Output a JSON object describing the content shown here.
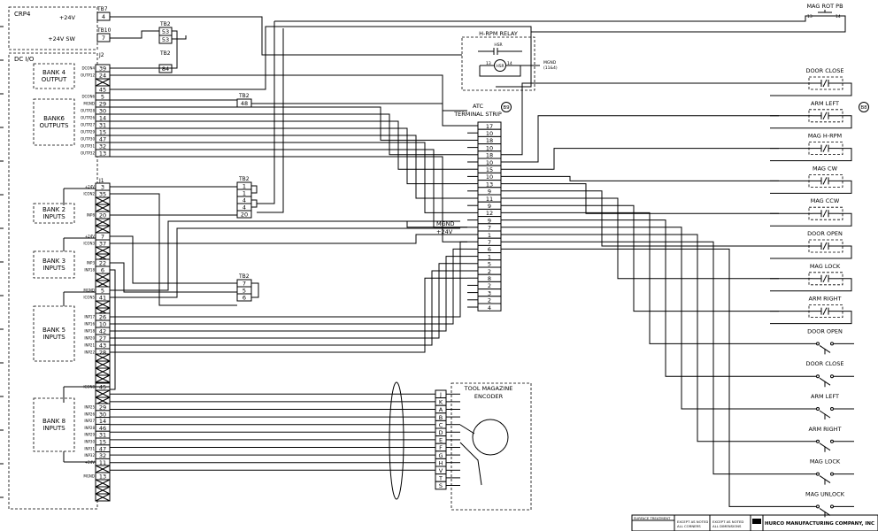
{
  "crp4": {
    "title": "CRP4",
    "rows": [
      {
        "label": "+24V",
        "block": "TB7",
        "pin": "4"
      },
      {
        "label": "+24V SW",
        "block": "TB10",
        "pin": "7"
      }
    ]
  },
  "tb2_crp": {
    "label": "TB2",
    "pins": [
      "53",
      "53"
    ]
  },
  "tb2_84": {
    "label": "TB2",
    "pin": "84"
  },
  "dcio": {
    "title": "DC I/O",
    "j2_label": "J2",
    "j1_label": "J1"
  },
  "bank4": {
    "title": "BANK 4",
    "subtitle": "OUTPUT",
    "rows": [
      {
        "label": "DCON4",
        "pin": "39"
      },
      {
        "label": "OUTP12",
        "pin": "24"
      },
      {
        "label": "",
        "pin": "45"
      }
    ]
  },
  "bank6_out": {
    "title": "BANK6",
    "subtitle": "OUTPUTS",
    "rows": [
      {
        "label": "DCON6",
        "pin": "5"
      },
      {
        "label": "MGND",
        "pin": "29"
      },
      {
        "label": "OUTP28",
        "pin": "30"
      },
      {
        "label": "OUTP26",
        "pin": "14"
      },
      {
        "label": "OUTP27",
        "pin": "31"
      },
      {
        "label": "OUTP29",
        "pin": "15"
      },
      {
        "label": "OUTP30",
        "pin": "47"
      },
      {
        "label": "OUTP31",
        "pin": "32"
      },
      {
        "label": "OUTP32",
        "pin": "13"
      }
    ]
  },
  "tb2_48": {
    "label": "TB2",
    "pin": "48"
  },
  "bank2": {
    "title": "BANK 2",
    "subtitle": "INPUTS",
    "rows": [
      {
        "label": "+24V",
        "pin": "3"
      },
      {
        "label": "ICON2",
        "pin": "35"
      },
      {
        "label": "INP8",
        "pin": "20"
      }
    ]
  },
  "tb2_a": {
    "label": "TB2",
    "pins": [
      "1",
      "1",
      "4",
      "4",
      "20"
    ]
  },
  "bank3": {
    "title": "BANK 3",
    "subtitle": "INPUTS",
    "rows": [
      {
        "label": "+24V",
        "pin": "7"
      },
      {
        "label": "ICON3",
        "pin": "37"
      },
      {
        "label": "INP3",
        "pin": "22"
      },
      {
        "label": "INP18",
        "pin": "6"
      }
    ]
  },
  "tb2_b": {
    "label": "TB2",
    "pins": [
      "7",
      "5",
      "6"
    ]
  },
  "bank5": {
    "title": "BANK 5",
    "subtitle": "INPUTS",
    "rows": [
      {
        "label": "MGND",
        "pin": "5"
      },
      {
        "label": "ICON5",
        "pin": "41"
      },
      {
        "label": "INP17",
        "pin": "26"
      },
      {
        "label": "INP16",
        "pin": "10"
      },
      {
        "label": "INP18",
        "pin": "42"
      },
      {
        "label": "INP20",
        "pin": "27"
      },
      {
        "label": "INP21",
        "pin": "43"
      },
      {
        "label": "INP22",
        "pin": "28"
      }
    ]
  },
  "bank8": {
    "title": "BANK 8",
    "subtitle": "INPUTS",
    "rows": [
      {
        "label": "ICON8",
        "pin": "45"
      },
      {
        "label": "INP25",
        "pin": "29"
      },
      {
        "label": "INP26",
        "pin": "30"
      },
      {
        "label": "INP27",
        "pin": "14"
      },
      {
        "label": "INP28",
        "pin": "46"
      },
      {
        "label": "INP29",
        "pin": "31"
      },
      {
        "label": "INP30",
        "pin": "15"
      },
      {
        "label": "INP31",
        "pin": "47"
      },
      {
        "label": "INP32",
        "pin": "32"
      },
      {
        "label": "+24V",
        "pin": "11"
      },
      {
        "label": "",
        "pin": ""
      },
      {
        "label": "MGND",
        "pin": "13"
      }
    ]
  },
  "hrpm_relay": {
    "title": "H-RPM RELAY",
    "coil": "HSR",
    "contact": "HSR",
    "pin_a": "13",
    "pin_b": "14",
    "out_label_1": "MGND",
    "out_label_2": "(11&4)"
  },
  "atc": {
    "title": "ATC",
    "subtitle": "TERMINAL STRIP",
    "ref": "B9",
    "pins": [
      "17",
      "10",
      "18",
      "10",
      "18",
      "10",
      "15",
      "10",
      "13",
      "9",
      "11",
      "9",
      "12",
      "9",
      "7",
      "1",
      "7",
      "6",
      "1",
      "5",
      "2",
      "8",
      "2",
      "3",
      "2",
      "4"
    ],
    "mgnd_label": "MGND",
    "p24_label": "+24V"
  },
  "mag_rot_pb": {
    "title": "MAG ROT PB",
    "pin_a": "13",
    "pin_b": "14"
  },
  "ref_b8": "B8",
  "switches": [
    {
      "label": "DOOR CLOSE",
      "type": "relay"
    },
    {
      "label": "ARM LEFT",
      "type": "relay"
    },
    {
      "label": "MAG H-RPM",
      "type": "relay"
    },
    {
      "label": "MAG CW",
      "type": "relay"
    },
    {
      "label": "MAG CCW",
      "type": "relay"
    },
    {
      "label": "DOOR OPEN",
      "type": "relay"
    },
    {
      "label": "MAG LOCK",
      "type": "relay"
    },
    {
      "label": "ARM RIGHT",
      "type": "relay"
    },
    {
      "label": "DOOR OPEN",
      "type": "limit"
    },
    {
      "label": "DOOR CLOSE",
      "type": "limit"
    },
    {
      "label": "ARM LEFT",
      "type": "limit"
    },
    {
      "label": "ARM RIGHT",
      "type": "limit"
    },
    {
      "label": "MAG LOCK",
      "type": "limit"
    },
    {
      "label": "MAG UNLOCK",
      "type": "limit"
    }
  ],
  "encoder": {
    "title": "TOOL MAGAZINE",
    "subtitle": "ENCODER",
    "pins": [
      "J",
      "K",
      "A",
      "B",
      "C",
      "D",
      "E",
      "F",
      "G",
      "H",
      "V",
      "T",
      "S"
    ]
  },
  "title_block": {
    "c1": "SURFACE TREATMENT",
    "c2_a": "EXCEPT AS NOTED",
    "c2_b": "ALL CORNERS",
    "c3_a": "EXCEPT AS NOTED",
    "c3_b": "ALL DIMENSIONS",
    "company": "HURCO MANUFACTURING COMPANY, INC"
  }
}
